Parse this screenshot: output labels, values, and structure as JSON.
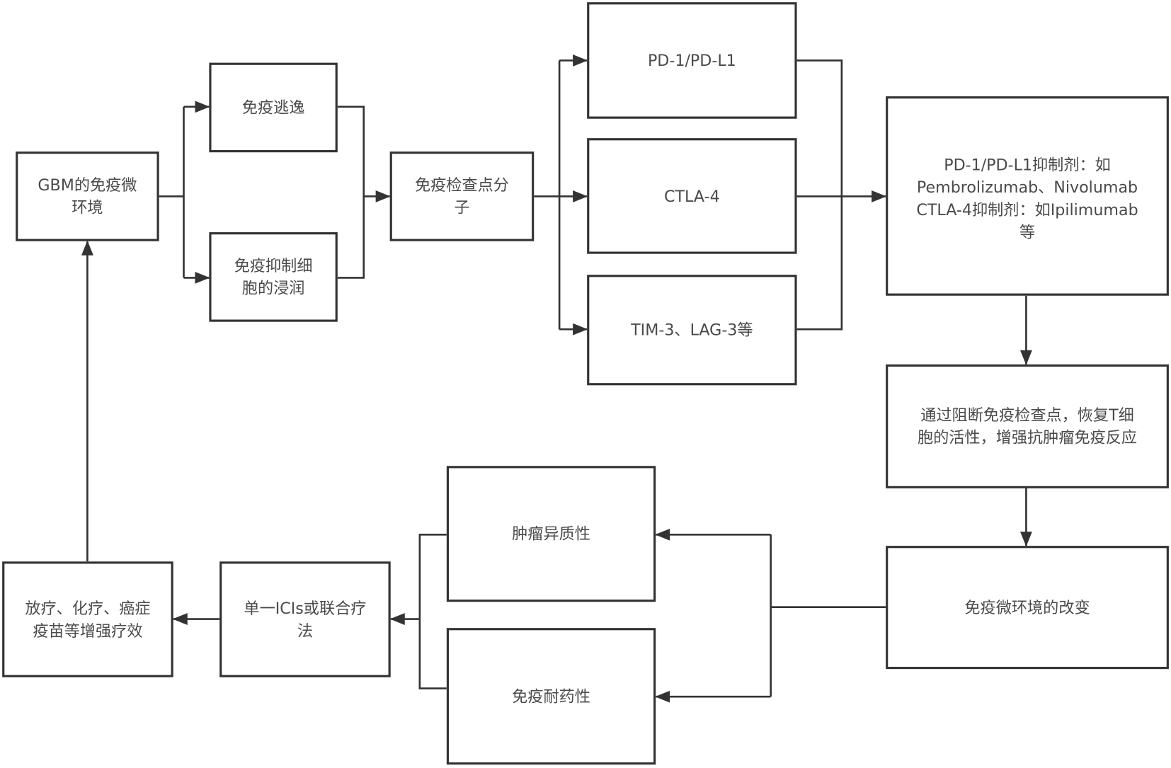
{
  "nodes": {
    "gbm": "GBM的免疫微\n环境",
    "escape": "免疫逃逸",
    "infiltration": "免疫抑制细\n胞的浸润",
    "checkpoint": "免疫检查点分\n子",
    "pd1": "PD-1/PD-L1",
    "ctla4": "CTLA-4",
    "tim3": "TIM-3、LAG-3等",
    "inhibitors": "PD-1/PD-L1抑制剂：如\nPembrolizumab、Nivolumab\nCTLA-4抑制剂：如Ipilimumab\n等",
    "mechanism": "通过阻断免疫检查点，恢复T细\n胞的活性，增强抗肿瘤免疫反应",
    "change": "免疫微环境的改变",
    "heterogeneity": "肿瘤异质性",
    "resistance": "免疫耐药性",
    "therapy": "单一ICIs或联合疗\n法",
    "enhance": "放疗、化疗、癌症\n疫苗等增强疗效"
  },
  "colors": {
    "line": "#333333",
    "text": "#4a4a4a"
  }
}
